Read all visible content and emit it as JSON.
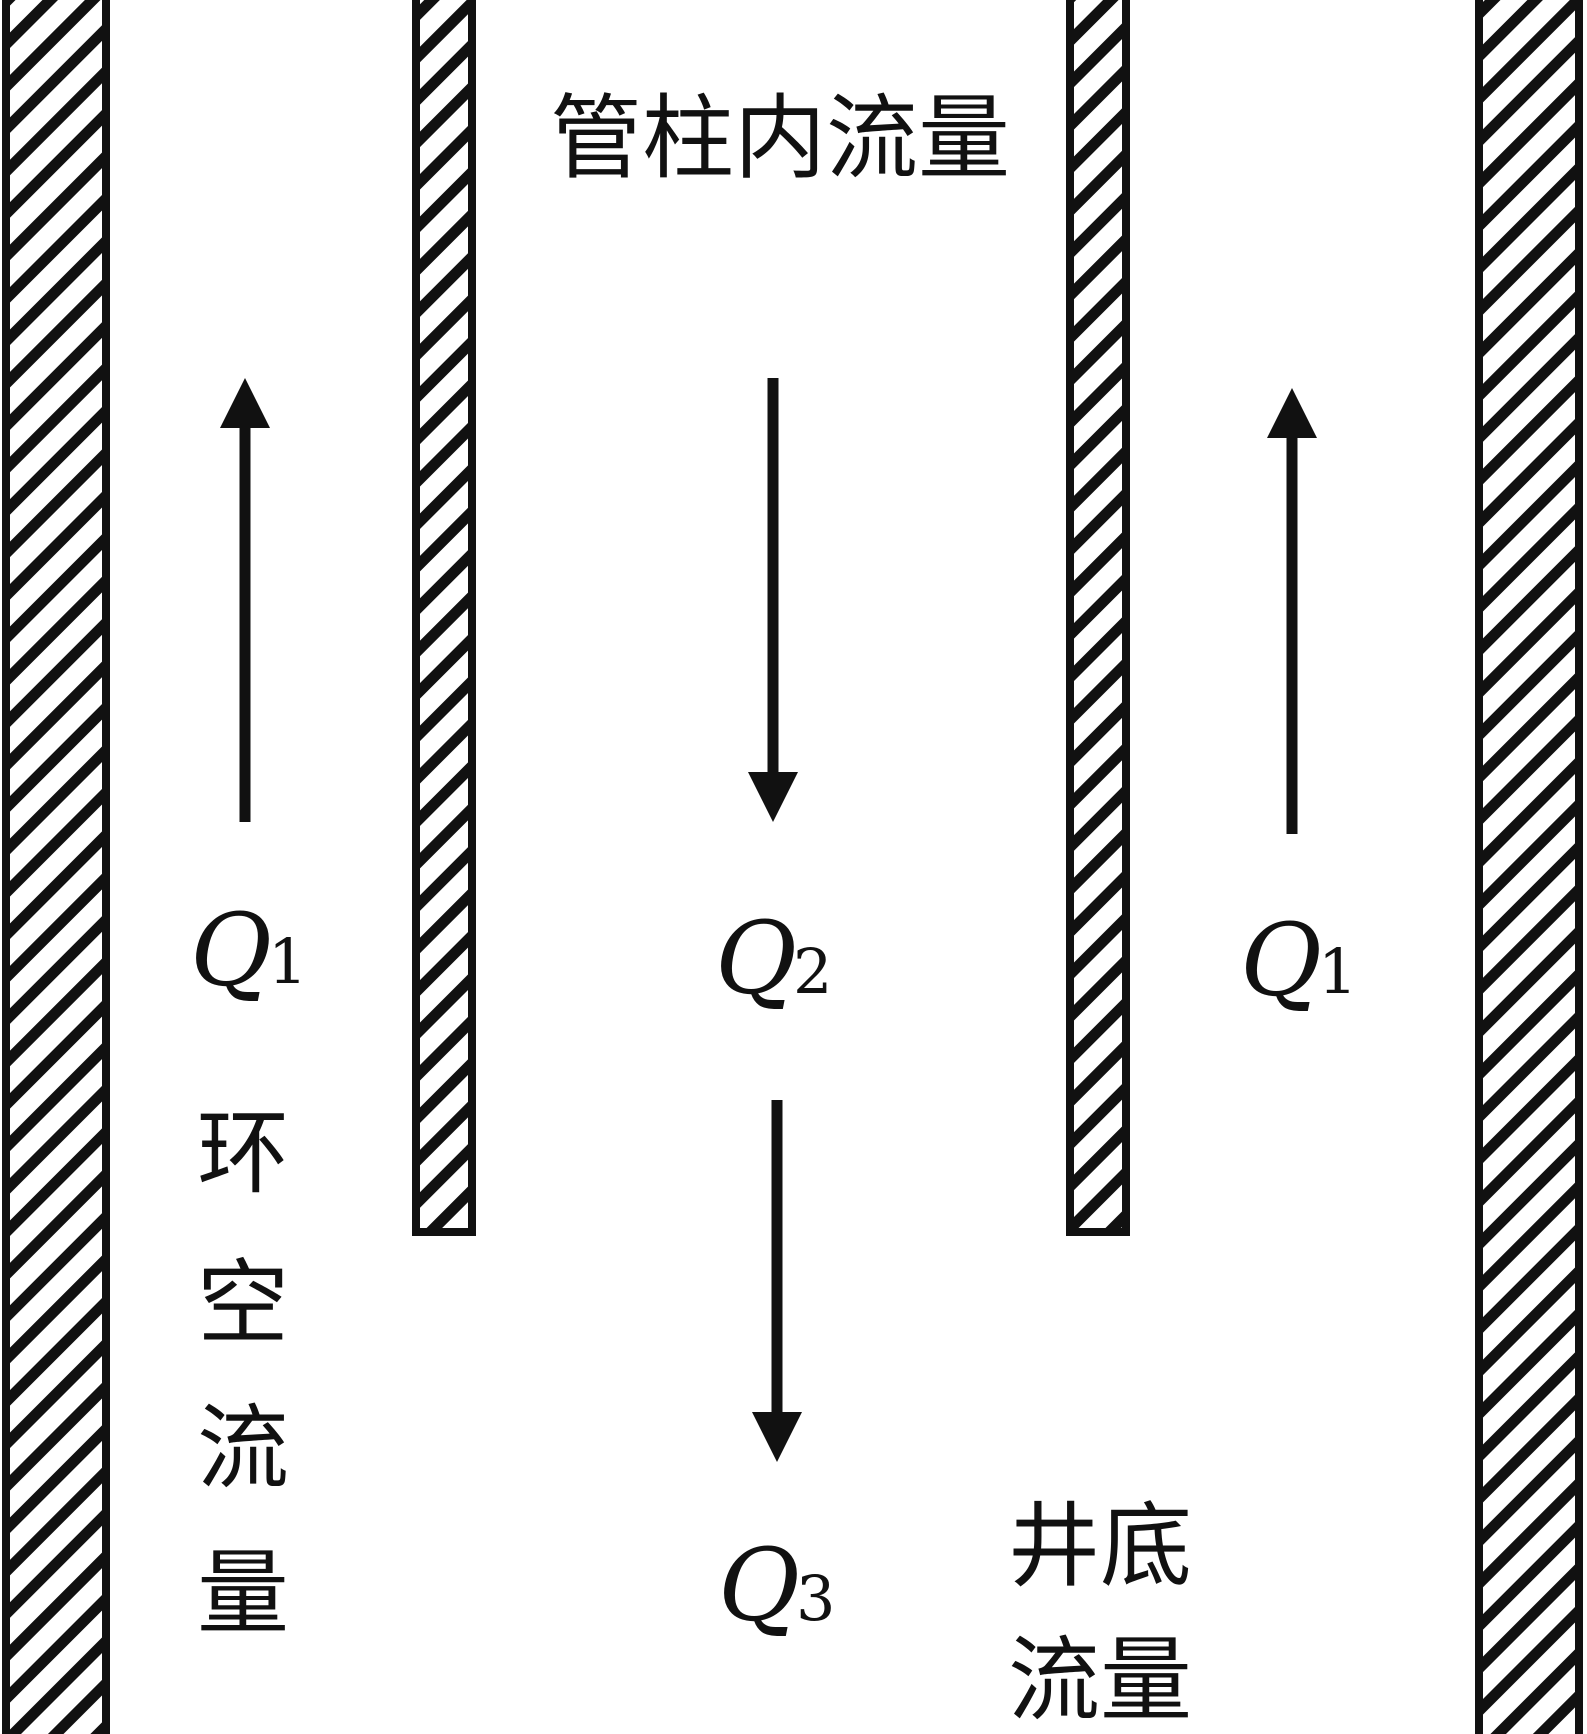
{
  "labels": {
    "tubing_flow": "管柱内流量",
    "annulus_flow": [
      "环",
      "空",
      "流",
      "量"
    ],
    "bottom_flow": [
      "井底",
      "流量"
    ]
  },
  "flows": {
    "q1_left": {
      "symbol": "Q",
      "subscript": "1"
    },
    "q2": {
      "symbol": "Q",
      "subscript": "2"
    },
    "q1_right": {
      "symbol": "Q",
      "subscript": "1"
    },
    "q3": {
      "symbol": "Q",
      "subscript": "3"
    }
  },
  "colors": {
    "ink": "#111111",
    "background": "#ffffff"
  }
}
